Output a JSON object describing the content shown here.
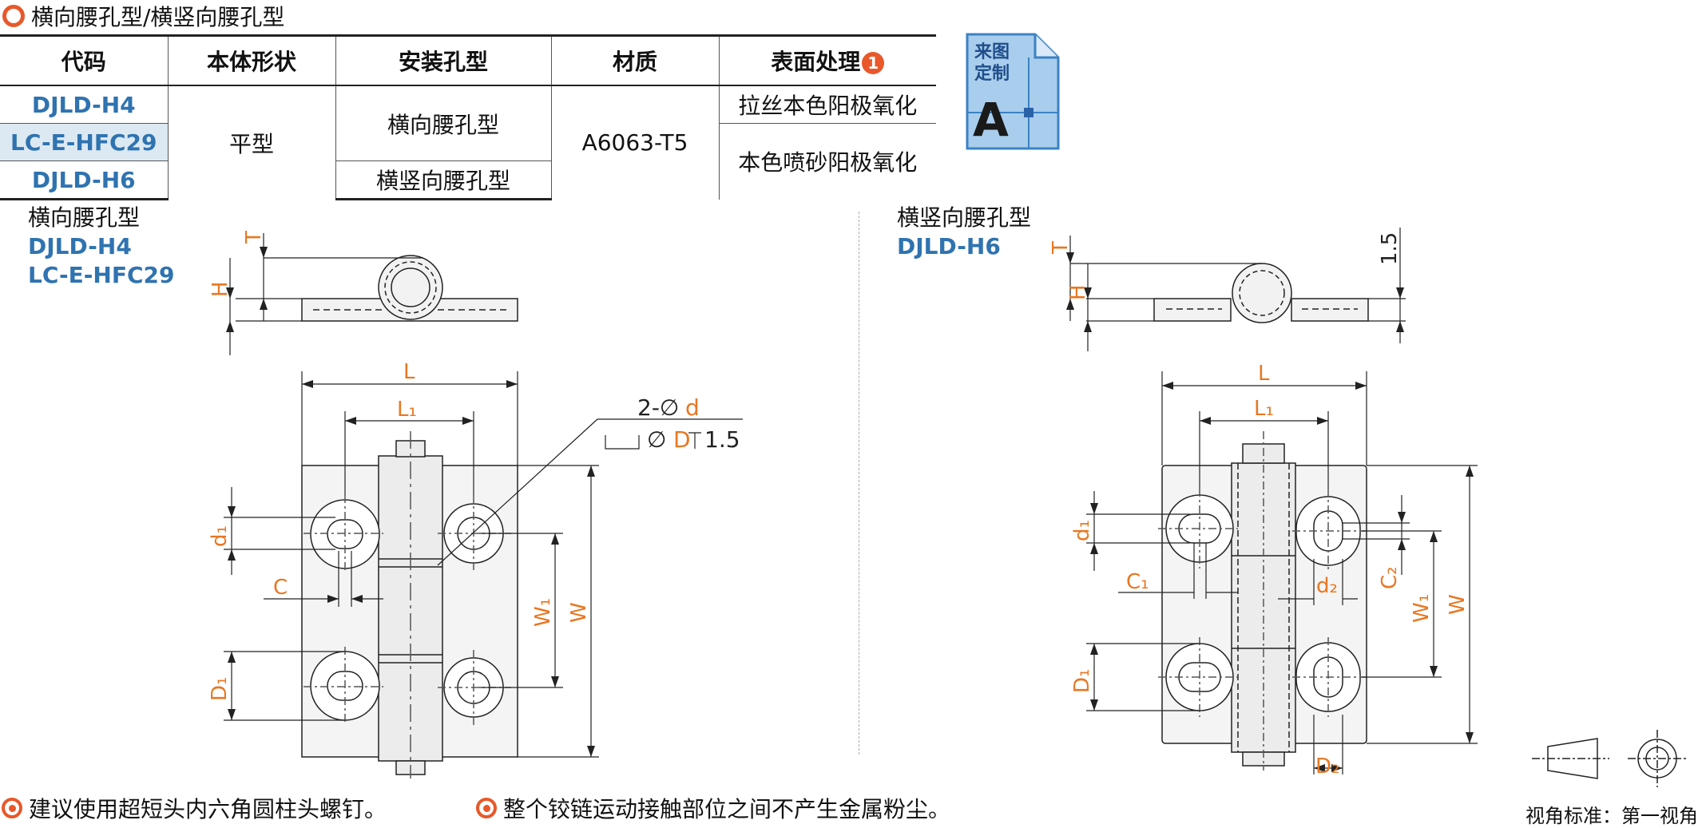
{
  "title": "横向腰孔型/横竖向腰孔型",
  "table": {
    "headers": [
      "代码",
      "本体形状",
      "安装孔型",
      "材质",
      "表面处理"
    ],
    "header_badge": "1",
    "codes": [
      "DJLD-H4",
      "LC-E-HFC29",
      "DJLD-H6"
    ],
    "shape": "平型",
    "hole_types": [
      "横向腰孔型",
      "横竖向腰孔型"
    ],
    "material": "A6063-T5",
    "finishes": [
      "拉丝本色阳极氧化",
      "本色喷砂阳极氧化"
    ]
  },
  "custom_badge": {
    "line1": "来图",
    "line2": "定制",
    "letter": "A"
  },
  "left_section": {
    "title": "横向腰孔型",
    "codes": [
      "DJLD-H4",
      "LC-E-HFC29"
    ]
  },
  "right_section": {
    "title": "横竖向腰孔型",
    "codes": [
      "DJLD-H6"
    ]
  },
  "dims_left": {
    "T": "T",
    "H": "H",
    "L": "L",
    "L1": "L₁",
    "d1": "d₁",
    "C": "C",
    "W1": "W₁",
    "W": "W",
    "D1": "D₁",
    "callout_prefix": "2-∅",
    "callout_d": "d",
    "callout_sym": "∅",
    "callout_D": "D",
    "callout_depth": "1.5"
  },
  "dims_right": {
    "T": "T",
    "H": "H",
    "depth": "1.5",
    "L": "L",
    "L1": "L₁",
    "d1": "d₁",
    "C1": "C₁",
    "d2": "d₂",
    "C2": "C₂",
    "W1": "W₁",
    "W": "W",
    "D1": "D₁",
    "D2": "D₂"
  },
  "notes": [
    "建议使用超短头内六角圆柱头螺钉。",
    "整个铰链运动接触部位之间不产生金属粉尘。"
  ],
  "view_standard": "视角标准：第一视角",
  "colors": {
    "accent": "#e8582a",
    "code_blue": "#2f73b0",
    "dim_orange": "#e87722",
    "band": "#dce9f2"
  }
}
